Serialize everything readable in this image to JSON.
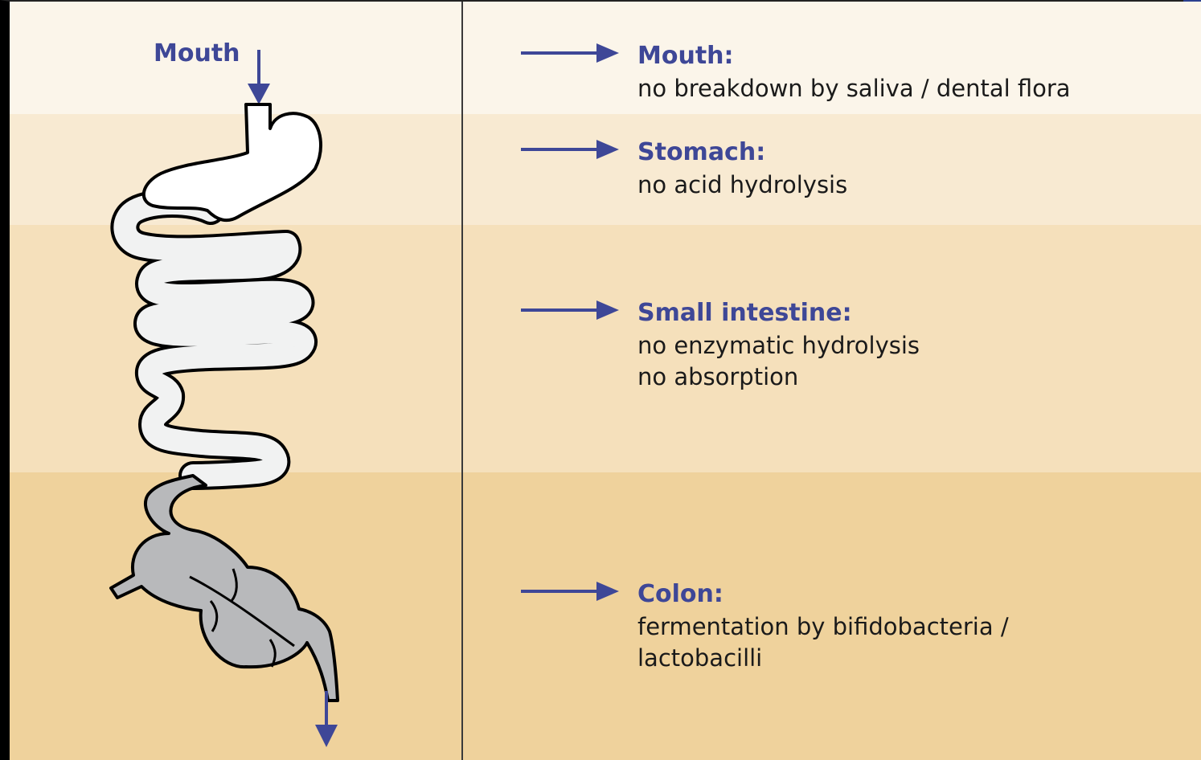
{
  "mouth_label": "Mouth",
  "stages": [
    {
      "title": "Mouth:",
      "lines": [
        "no breakdown by saliva / dental flora"
      ]
    },
    {
      "title": "Stomach:",
      "lines": [
        "no acid hydrolysis"
      ]
    },
    {
      "title": "Small intestine:",
      "lines": [
        "no enzymatic hydrolysis",
        "no absorption"
      ]
    },
    {
      "title": "Colon:",
      "lines": [
        "fermentation by bifidobacteria /",
        "lactobacilli"
      ]
    }
  ],
  "colors": {
    "accent": "#3e4797",
    "band_mouth": "#fbf5ea",
    "band_stomach": "#f8ead2",
    "band_small_intestine": "#f5e0bb",
    "band_colon": "#efd29c",
    "organ_light": "#f1f2f2",
    "organ_colon": "#b8b9bb"
  }
}
